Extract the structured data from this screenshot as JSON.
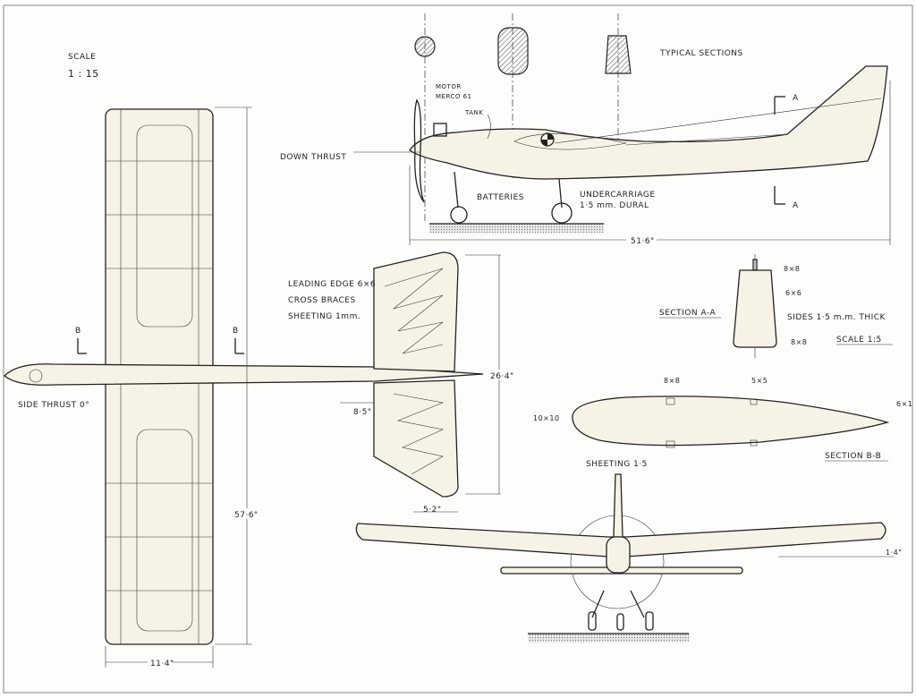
{
  "scale_block": {
    "label": "SCALE",
    "value": "1 : 15"
  },
  "side_view": {
    "typical_sections": "TYPICAL SECTIONS",
    "motor_line1": "MOTOR",
    "motor_line2": "MERCO 61",
    "tank": "TANK",
    "down_thrust": "DOWN THRUST",
    "batteries": "BATTERIES",
    "undercarriage_line1": "UNDERCARRIAGE",
    "undercarriage_line2": "1·5 mm. DURAL",
    "section_mark_top": "A",
    "section_mark_bottom": "A",
    "length_dim": "51·6\""
  },
  "plan_view": {
    "leading_edge": "LEADING EDGE  6×6",
    "cross_braces": "CROSS BRACES",
    "sheeting": "SHEETING  1mm.",
    "tail_span_dim": "26·4\"",
    "tail_root_dim": "8·5\"",
    "tail_tip_dim": "5·2\"",
    "section_mark_left": "B",
    "section_mark_right": "B",
    "side_thrust": "SIDE THRUST 0°",
    "wing_span_dim": "57·6\"",
    "wing_chord_dim": "11·4\""
  },
  "section_aa": {
    "title": "SECTION  A-A",
    "top_spar": "8×8",
    "side_spar": "6×6",
    "sides": "SIDES 1·5 m.m. THICK",
    "bottom_spar": "8×8",
    "scale": "SCALE  1:5"
  },
  "section_bb": {
    "title": "SECTION  B-B",
    "spar_front": "8×8",
    "spar_rear": "5×5",
    "leading_edge": "10×10",
    "trailing_edge": "6×1",
    "sheeting": "SHEETING  1·5"
  },
  "front_view": {
    "dihedral_dim": "1·4\""
  }
}
